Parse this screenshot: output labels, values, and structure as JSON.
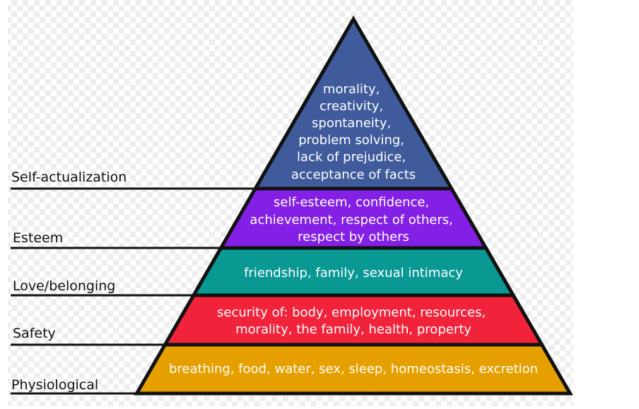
{
  "title": "Maslow's hierarchy of needs",
  "colors": {
    "self_actualization": "#3f5b9c",
    "esteem": "#8420e6",
    "love_belonging": "#0a9893",
    "safety": "#f1233a",
    "physiological": "#e5a000",
    "outline": "#111111"
  },
  "levels": [
    {
      "label": "Self-actualization",
      "lines": [
        "morality,",
        "creativity,",
        "spontaneity,",
        "problem solving,",
        "lack of prejudice,",
        "acceptance of facts"
      ]
    },
    {
      "label": "Esteem",
      "lines": [
        "self-esteem, confidence,",
        "achievement, respect of others,",
        "respect by others"
      ]
    },
    {
      "label": "Love/belonging",
      "lines": [
        "friendship, family, sexual intimacy"
      ]
    },
    {
      "label": "Safety",
      "lines": [
        "security of: body, employment, resources,",
        "morality, the family, health, property"
      ]
    },
    {
      "label": "Physiological",
      "lines": [
        "breathing, food, water, sex, sleep, homeostasis, excretion"
      ]
    }
  ]
}
